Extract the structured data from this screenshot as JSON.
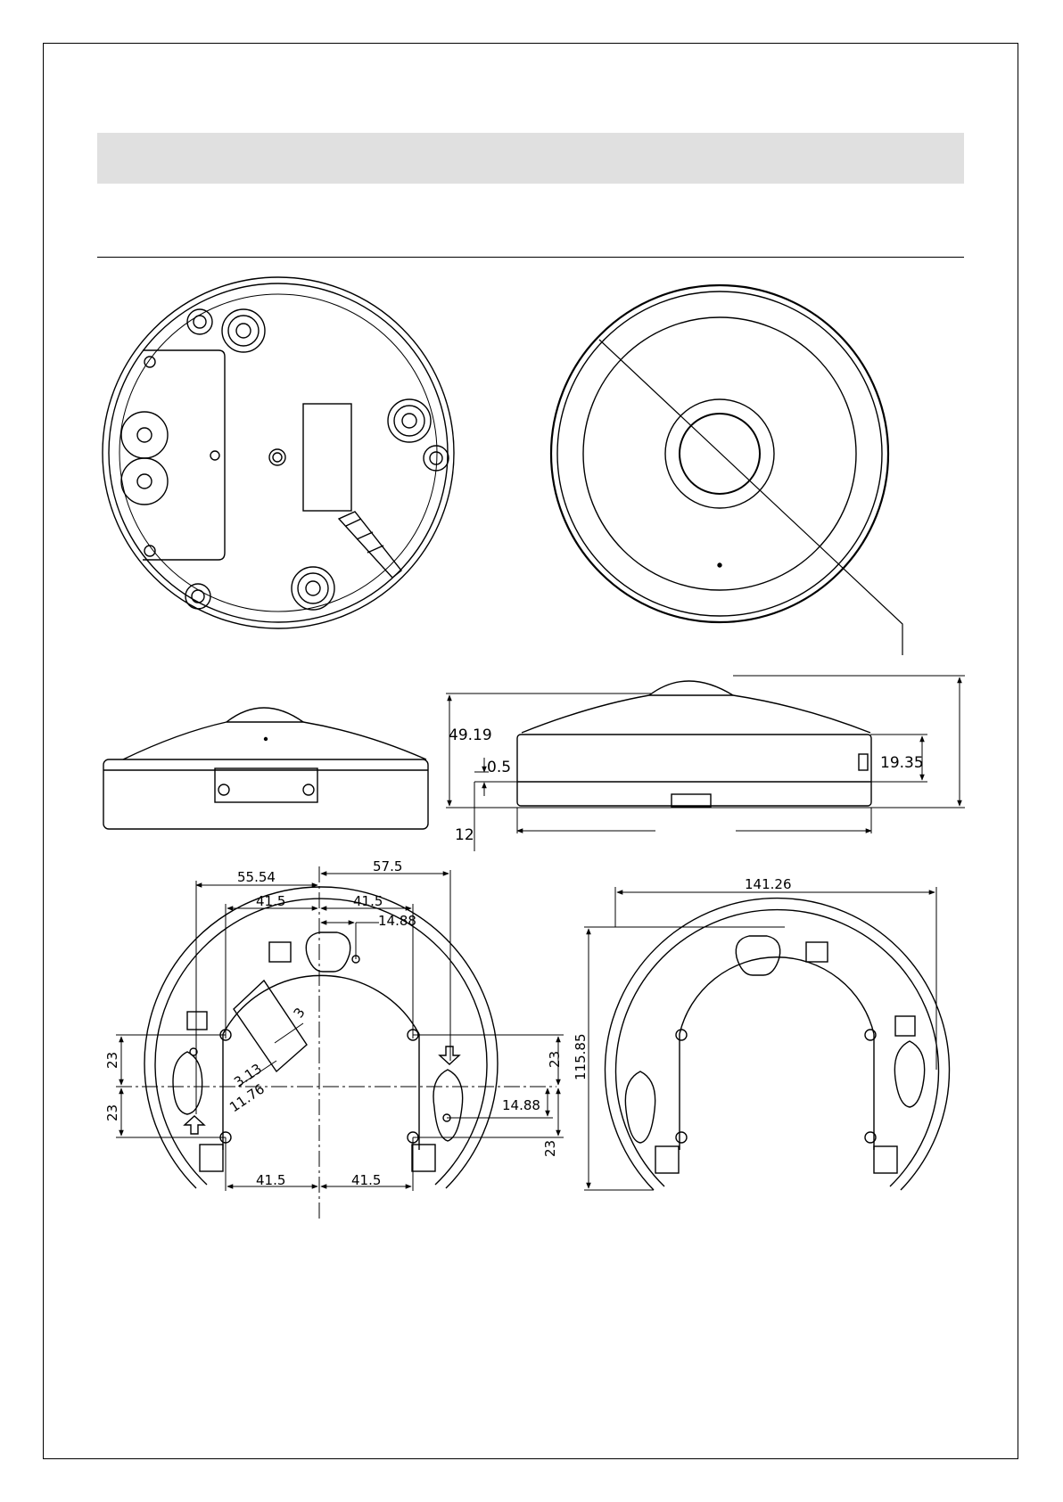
{
  "page": {
    "background_color": "#ffffff",
    "band_color": "#e0e0e0",
    "line_color": "#000000"
  },
  "side_view": {
    "height": "49.19",
    "gap": "0.5",
    "base_height": "19.35",
    "offset": "12"
  },
  "bracket_view": {
    "d_55_54": "55.54",
    "d_57_5": "57.5",
    "d_41_5_top_left": "41.5",
    "d_41_5_top_right": "41.5",
    "d_14_88_top": "14.88",
    "d_3": "3",
    "d_3_13": "3.13",
    "d_11_76": "11.76",
    "d_23_left_upper": "23",
    "d_23_left_lower": "23",
    "d_23_right_upper": "23",
    "d_23_right_lower": "23",
    "d_14_88_right": "14.88",
    "d_41_5_bottom_left": "41.5",
    "d_41_5_bottom_right": "41.5"
  },
  "bracket_back_view": {
    "width": "141.26",
    "height": "115.85"
  }
}
